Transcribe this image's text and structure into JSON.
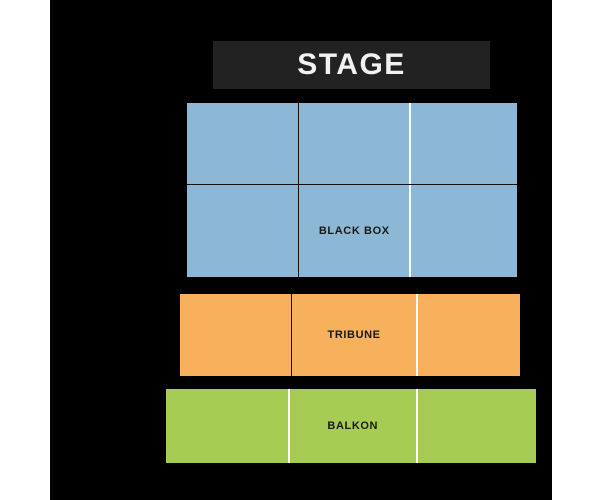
{
  "venue": {
    "background_color": "#000000",
    "canvas_label": "venue-seating-map"
  },
  "stage": {
    "label": "STAGE",
    "color": "#222222",
    "text_color": "#f2f2f2"
  },
  "sections": [
    {
      "id": "black-box",
      "label": "BLACK BOX",
      "color": "#8cb8d6",
      "rows": 2,
      "columns": 3,
      "dividers": [
        "dark",
        "light"
      ],
      "row_divider": "dark"
    },
    {
      "id": "tribune",
      "label": "TRIBUNE",
      "color": "#f7b05b",
      "rows": 1,
      "columns": 3,
      "dividers": [
        "dark",
        "light"
      ],
      "row_divider": "none"
    },
    {
      "id": "balkon",
      "label": "BALKON",
      "color": "#a6cc54",
      "rows": 1,
      "columns": 3,
      "dividers": [
        "light",
        "light"
      ],
      "row_divider": "none"
    }
  ],
  "legend": {
    "black_box_color": "#8cb8d6",
    "tribune_color": "#f7b05b",
    "balkon_color": "#a6cc54"
  }
}
